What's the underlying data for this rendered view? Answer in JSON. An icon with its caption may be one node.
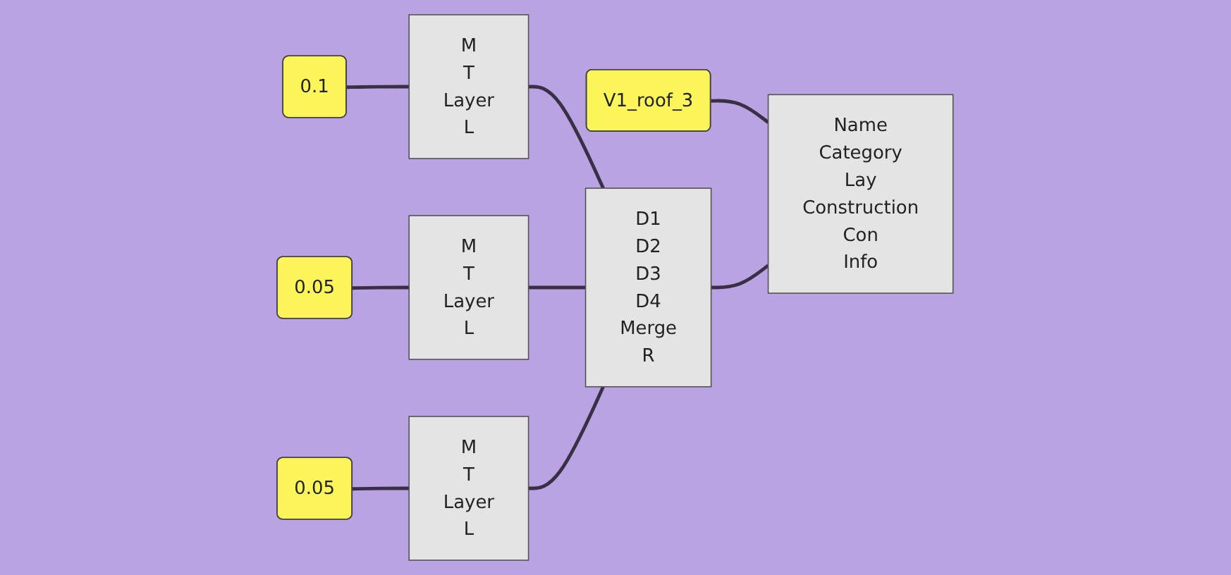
{
  "diagram": {
    "nodes": [
      {
        "text": [
          "M",
          "T",
          "Layer",
          "L"
        ]
      },
      {
        "text": [
          "0.1"
        ]
      },
      {
        "text": [
          "M",
          "T",
          "Layer",
          "L"
        ]
      },
      {
        "text": [
          "0.05"
        ]
      },
      {
        "text": [
          "M",
          "T",
          "Layer",
          "L"
        ]
      },
      {
        "text": [
          "0.05"
        ]
      },
      {
        "text": [
          "V1_roof_3"
        ]
      },
      {
        "text": [
          "D1",
          "D2",
          "D3",
          "D4",
          "Merge",
          "R"
        ]
      },
      {
        "text": [
          "Name",
          "Category",
          "Lay",
          "Construction",
          "Con",
          "Info"
        ]
      }
    ],
    "edges": [
      {
        "from": 1,
        "to": 0,
        "arrow": "none"
      },
      {
        "from": 3,
        "to": 2,
        "arrow": "none"
      },
      {
        "from": 5,
        "to": 4,
        "arrow": "none"
      },
      {
        "from": 0,
        "to": 7,
        "arrow": "none"
      },
      {
        "from": 2,
        "to": 7,
        "arrow": "none"
      },
      {
        "from": 4,
        "to": 7,
        "arrow": "none"
      },
      {
        "from": 6,
        "to": 8,
        "arrow": "none"
      },
      {
        "from": 7,
        "to": 8,
        "arrow": "none"
      }
    ]
  }
}
